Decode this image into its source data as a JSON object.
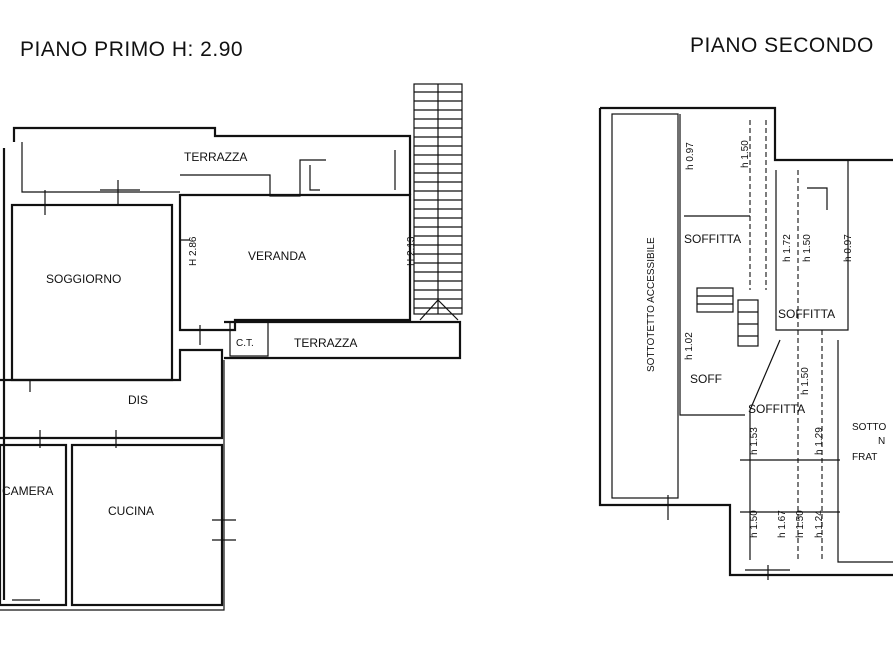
{
  "floor1": {
    "title": "PIANO PRIMO H: 2.90",
    "rooms": {
      "terrazza_top": "TERRAZZA",
      "soggiorno": "SOGGIORNO",
      "veranda": "VERANDA",
      "terrazza_bottom": "TERRAZZA",
      "ct": "C.T.",
      "dis": "DIS",
      "camera": "CAMERA",
      "cucina": "CUCINA"
    },
    "heights": {
      "veranda_left": "H 2.86",
      "veranda_right": "H 2.13"
    }
  },
  "floor2": {
    "title": "PIANO SECONDO",
    "rooms": {
      "sottotetto": "SOTTOTETTO ACCESSIBILE",
      "soffitta_1": "SOFFITTA",
      "soffitta_2": "SOFFITTA",
      "soffitta_3": "SOFFITTA",
      "soff": "SOFF",
      "sotto_partial_1": "SOTTO",
      "sotto_partial_2": "N",
      "sotto_partial_3": "FRAT"
    },
    "heights": {
      "h1": "h 0.97",
      "h2": "h 1.50",
      "h3": "h 1.72",
      "h4": "h 1.50",
      "h5": "h 0.97",
      "h6": "h 1.02",
      "h7": "h 1.50",
      "h8": "h 1.53",
      "h9": "h 1.29",
      "h10": "h 1.50",
      "h11": "h 1.67",
      "h12": "h 1.50",
      "h13": "h 1.24"
    }
  }
}
